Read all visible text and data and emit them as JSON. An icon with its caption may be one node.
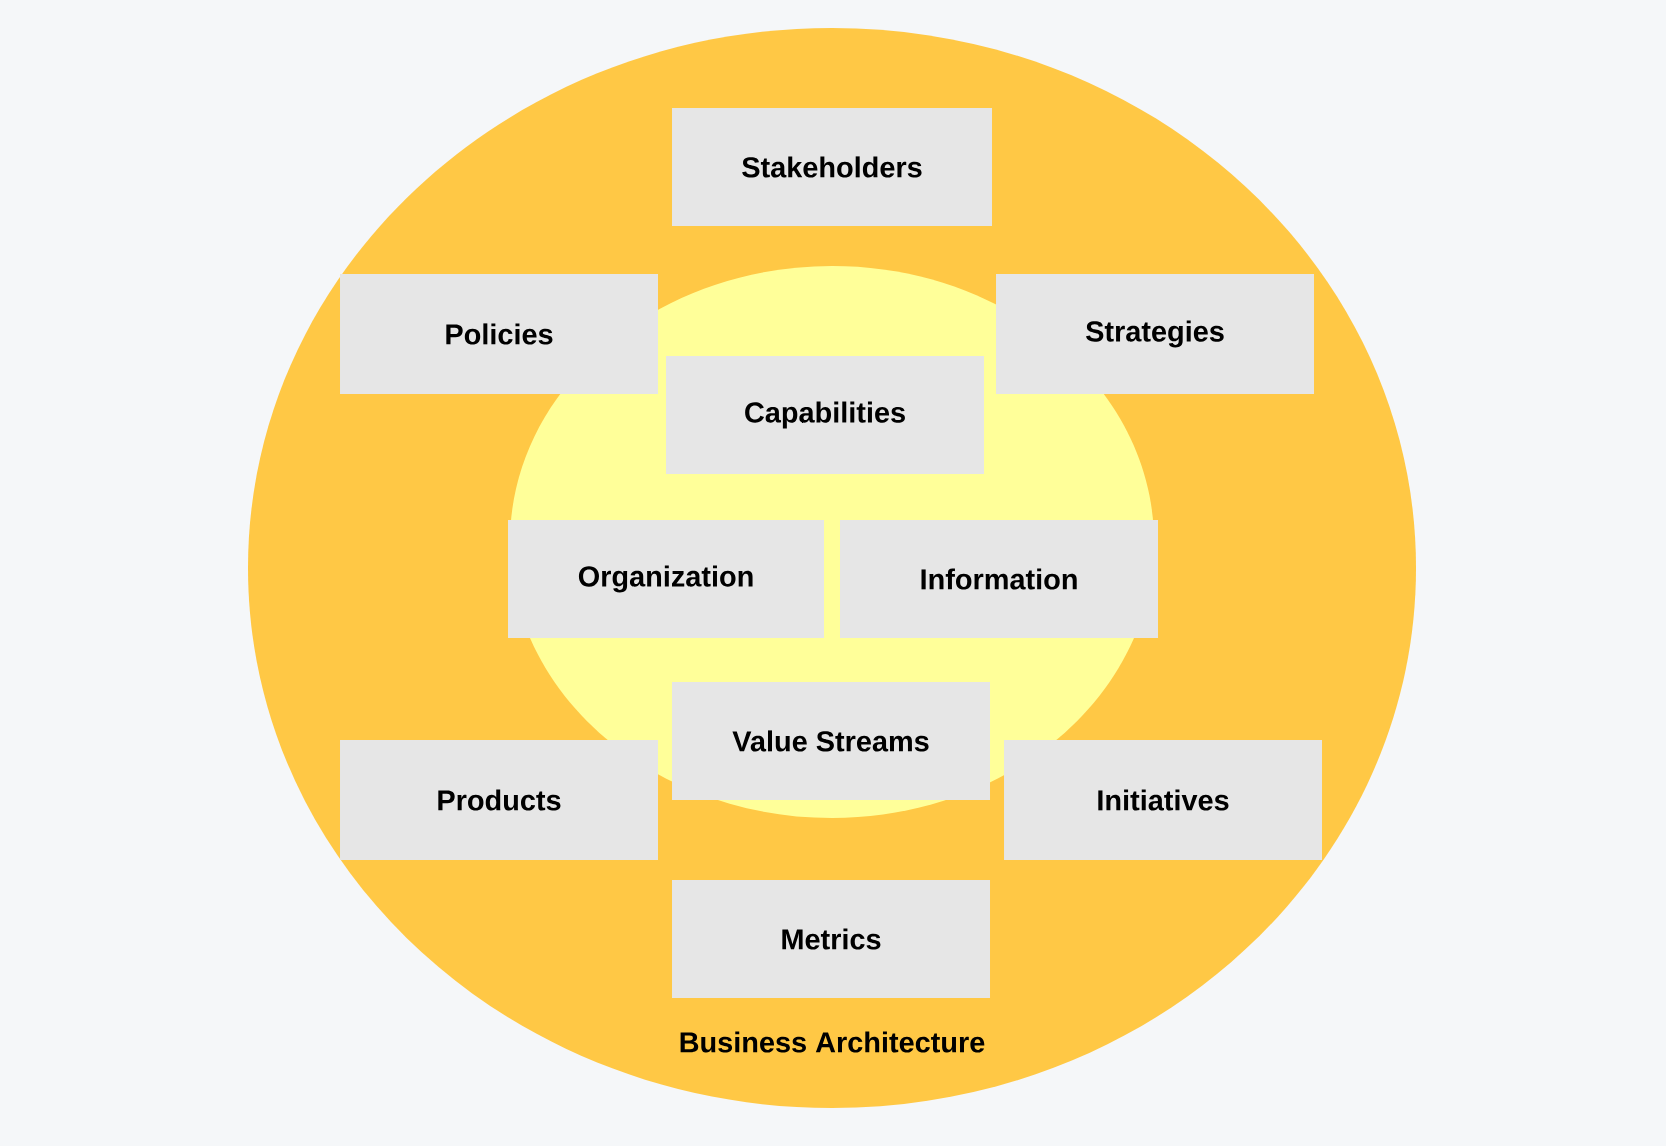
{
  "diagram": {
    "nodes": [
      {
        "text": [
          "Business Architecture"
        ]
      },
      {
        "text": [],
        "shape": "circle",
        "in": 0
      },
      {
        "text": [
          "Stakeholders"
        ],
        "in": 0
      },
      {
        "text": [
          "Policies"
        ],
        "in": 0
      },
      {
        "text": [
          "Strategies"
        ],
        "in": 0
      },
      {
        "text": [
          "Capabilities"
        ],
        "in": 1
      },
      {
        "text": [
          "Organization"
        ],
        "in": 1
      },
      {
        "text": [
          "Information"
        ],
        "in": 1
      },
      {
        "text": [
          "Value Streams"
        ],
        "in": 1
      },
      {
        "text": [
          "Products"
        ],
        "in": 0
      },
      {
        "text": [
          "Initiatives"
        ],
        "in": 0
      },
      {
        "text": [
          "Metrics"
        ],
        "in": 0
      }
    ]
  }
}
